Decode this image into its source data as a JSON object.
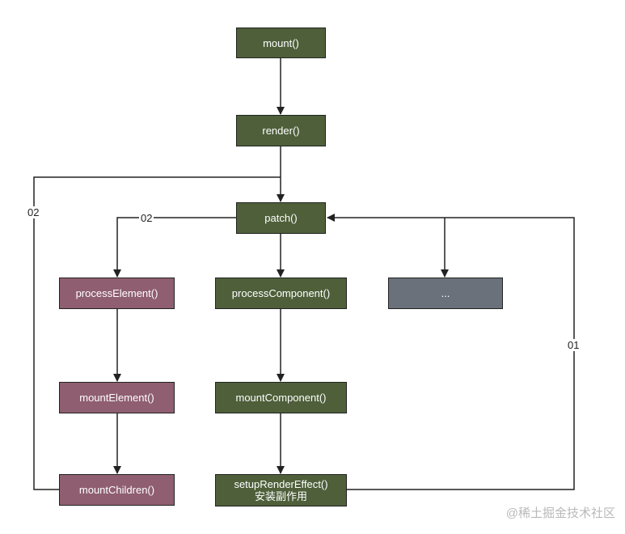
{
  "nodes": {
    "mount": "mount()",
    "render": "render()",
    "patch": "patch()",
    "processElement": "processElement()",
    "processComponent": "processComponent()",
    "other": "...",
    "mountElement": "mountElement()",
    "mountComponent": "mountComponent()",
    "mountChildren": "mountChildren()",
    "setupRenderEffect": "setupRenderEffect()",
    "setupRenderEffectSub": "安装副作用"
  },
  "edge_labels": {
    "loop_left": "02",
    "patch_to_element": "02",
    "loop_right": "01"
  },
  "colors": {
    "component": "#4e5f3a",
    "element": "#8f5e70",
    "other": "#6a717a"
  },
  "watermark": "@稀土掘金技术社区"
}
